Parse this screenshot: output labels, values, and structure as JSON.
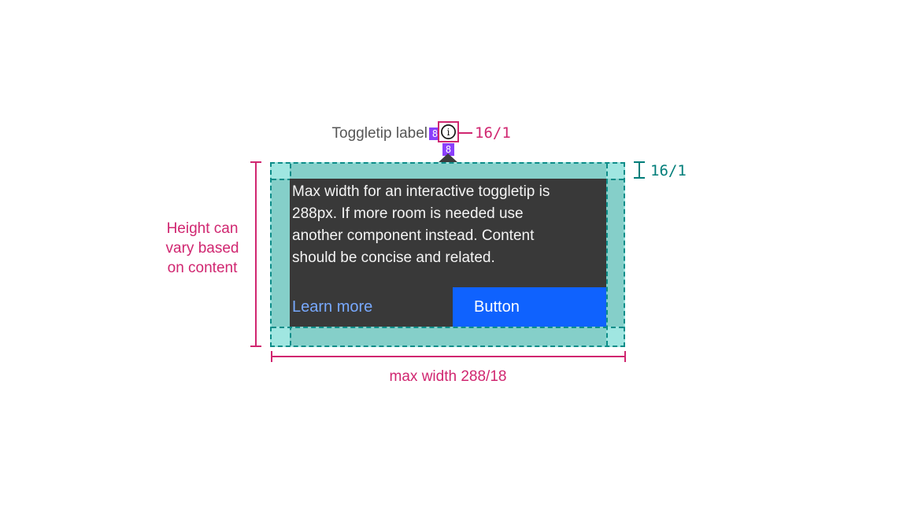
{
  "colors": {
    "annotation_pink": "#d02670",
    "spacing_purple": "#8a3ffc",
    "annotation_teal": "#007d79",
    "padding_fill_light": "#a0e6e1",
    "padding_fill_dark": "#85cfc9",
    "padding_dash": "#0d8d89",
    "tooltip_bg": "#393939",
    "tooltip_text": "#f4f4f4",
    "link_blue": "#78a9ff",
    "button_blue": "#0f62fe",
    "label_gray": "#565656"
  },
  "trigger": {
    "label": "Toggletip label",
    "info_icon": "information",
    "spacing_left_badge": "8",
    "spacing_below_badge": "8",
    "icon_size_annotation": "16/1"
  },
  "tooltip": {
    "body": "Max width for an interactive toggletip is\n288px. If more room is needed use\nanother component instead. Content\nshould be concise and related.",
    "link_label": "Learn more",
    "button_label": "Button"
  },
  "annotations": {
    "padding_right": "16/1",
    "height_note": "Height can\nvary based\non content",
    "max_width_note": "max width 288/18"
  }
}
